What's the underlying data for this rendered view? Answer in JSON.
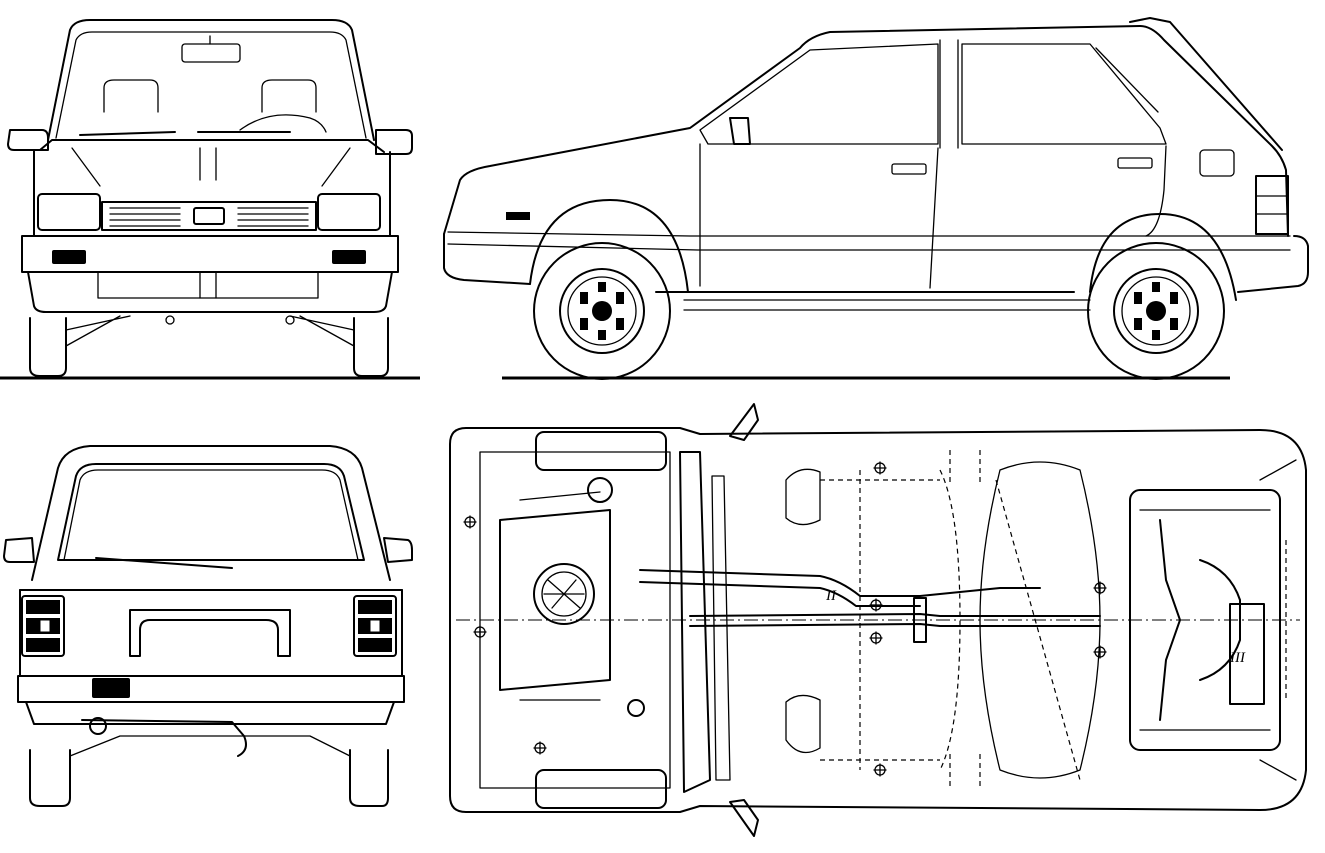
{
  "views": [
    "front",
    "side",
    "rear",
    "underbody"
  ],
  "underbody_labels": {
    "mark_ii": "II",
    "mark_iii": "III"
  }
}
